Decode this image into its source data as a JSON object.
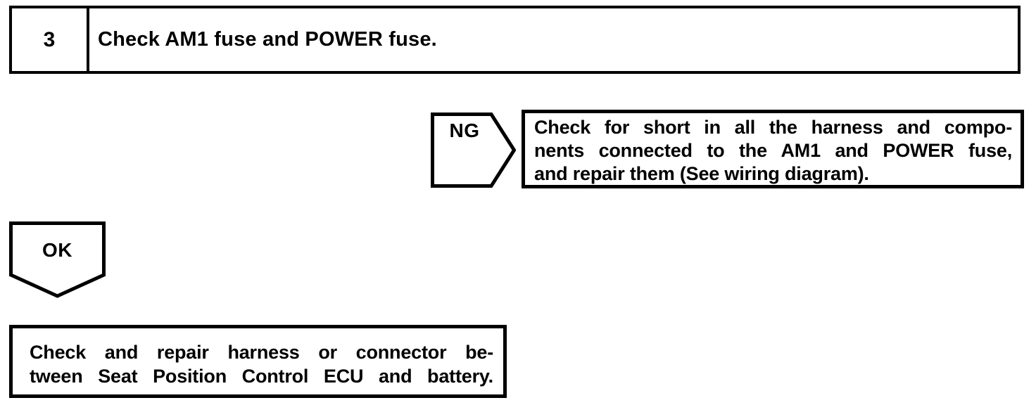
{
  "colors": {
    "paper": "#ffffff",
    "ink": "#000000"
  },
  "step": {
    "number": "3",
    "instruction": "Check AM1 fuse and POWER fuse."
  },
  "ng_branch": {
    "label": "NG",
    "action_lines": [
      "Check for short in all the harness and compo-",
      "nents connected to the AM1 and POWER fuse,",
      "and repair them (See wiring diagram)."
    ],
    "action_text": "Check for short in all the harness and components connected to the AM1 and POWER fuse, and repair them (See wiring diagram)."
  },
  "ok_branch": {
    "label": "OK",
    "action_lines": [
      "Check and repair harness or connector be-",
      "tween Seat Position Control ECU and battery."
    ],
    "action_text": "Check and repair harness or connector between Seat Position Control ECU and battery."
  }
}
